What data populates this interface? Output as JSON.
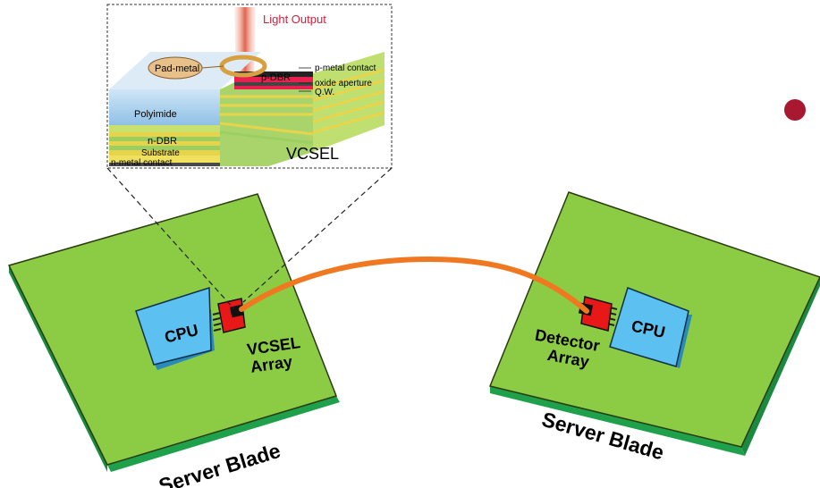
{
  "inset": {
    "light_output": "Light Output",
    "pad_metal": "Pad-metal",
    "p_dbr": "p-DBR",
    "polyimide": "Polyimide",
    "n_dbr": "n-DBR",
    "substrate": "Substrate",
    "n_metal_contact": "n-metal contact",
    "p_metal_contact": "p-metal contact",
    "oxide_aperture": "oxide aperture",
    "qw": "Q.W.",
    "title": "VCSEL"
  },
  "left_blade": {
    "cpu": "CPU",
    "array_line1": "VCSEL",
    "array_line2": "Array",
    "board": "Server Blade"
  },
  "right_blade": {
    "cpu": "CPU",
    "array_line1": "Detector",
    "array_line2": "Array",
    "board": "Server Blade"
  },
  "colors": {
    "board_top": "#8ccc44",
    "board_side": "#1fa04a",
    "cpu": "#5cc0f0",
    "fiber": "#f07820",
    "vcsel_chip": "#e81818",
    "bullet": "#a81830"
  }
}
